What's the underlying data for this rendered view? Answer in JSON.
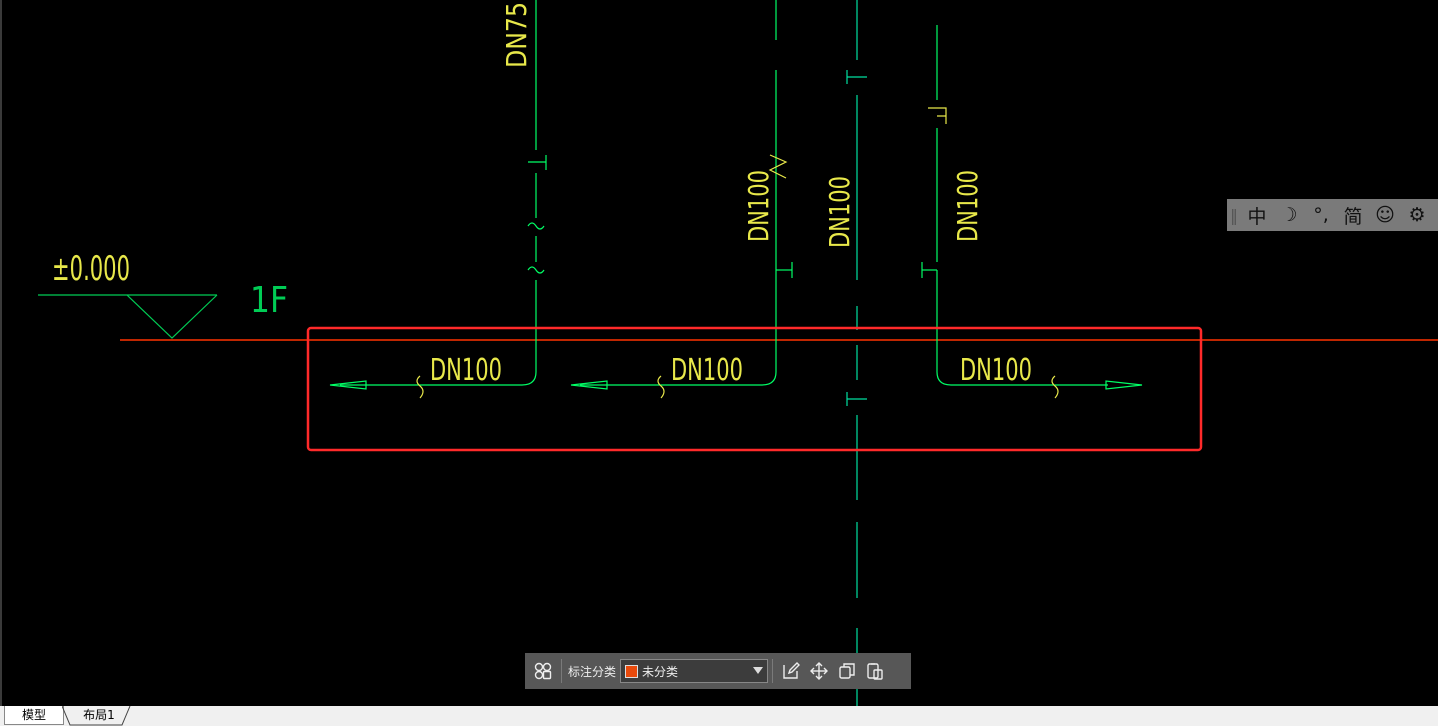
{
  "drawing": {
    "level_label": "±0.000",
    "floor_label": "1F",
    "pipe_vertical_labels": [
      "DN75",
      "DN100",
      "DN100",
      "DN100"
    ],
    "pipe_horizontal_labels": [
      "DN100",
      "DN100",
      "DN100"
    ],
    "colors": {
      "background": "#000000",
      "pipe": "#00ff66",
      "pipe_dim": "#00e0a0",
      "text": "#e8e84a",
      "level_symbol": "#00cc55",
      "floor_line": "#ff3300",
      "highlight_box": "#ff2a2a"
    }
  },
  "ime_bar": {
    "items": [
      {
        "label": "中",
        "icon": "ime-chinese-mode"
      },
      {
        "label": "☽",
        "icon": "moon-icon"
      },
      {
        "label": "°,",
        "icon": "punctuation-icon"
      },
      {
        "label": "简",
        "icon": "simplified-icon"
      },
      {
        "label": "☺",
        "icon": "emoji-icon"
      },
      {
        "label": "⚙",
        "icon": "gear-icon"
      }
    ]
  },
  "annotation_toolbar": {
    "category_label": "标注分类",
    "category_value": "未分类",
    "category_swatch": "#e84a0c"
  },
  "tabs": {
    "model": "模型",
    "layout": "布局1"
  }
}
